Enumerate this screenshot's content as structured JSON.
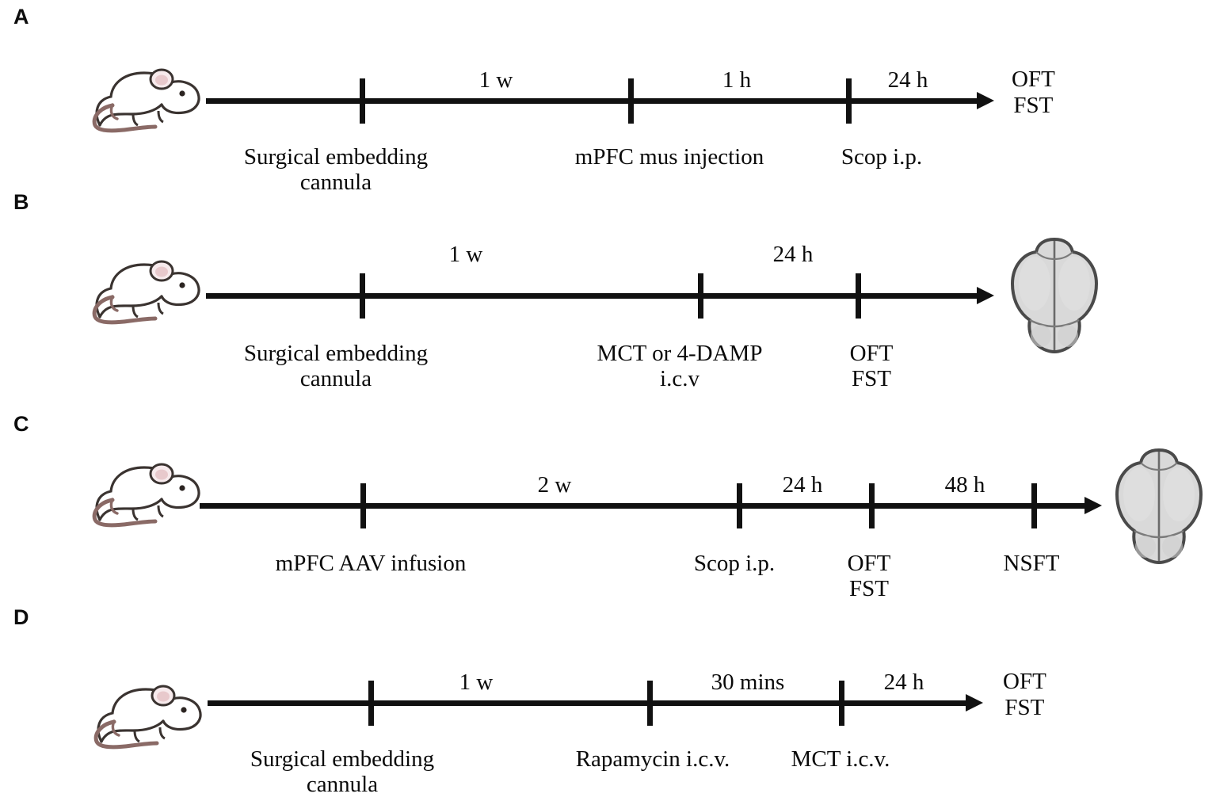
{
  "figure": {
    "type": "experimental-timeline-diagram",
    "panels": [
      {
        "letter": "A",
        "subject_icon": "mouse-icon",
        "end_icon": null,
        "events": [
          {
            "label": "Surgical embedding\ncannula"
          },
          {
            "label": "mPFC mus injection"
          },
          {
            "label": "Scop i.p."
          }
        ],
        "durations": [
          "1 w",
          "1 h",
          "24 h"
        ],
        "end_label": "OFT\nFST"
      },
      {
        "letter": "B",
        "subject_icon": "mouse-icon",
        "end_icon": "brain-icon",
        "events": [
          {
            "label": "Surgical embedding\ncannula"
          },
          {
            "label": "MCT or 4-DAMP\ni.c.v"
          },
          {
            "label": "OFT\nFST"
          }
        ],
        "durations": [
          "1 w",
          "24 h"
        ],
        "end_label": ""
      },
      {
        "letter": "C",
        "subject_icon": "mouse-icon",
        "end_icon": "brain-icon",
        "events": [
          {
            "label": "mPFC AAV infusion"
          },
          {
            "label": "Scop i.p."
          },
          {
            "label": "OFT\nFST"
          },
          {
            "label": "NSFT"
          }
        ],
        "durations": [
          "2 w",
          "24 h",
          "48 h"
        ],
        "end_label": ""
      },
      {
        "letter": "D",
        "subject_icon": "mouse-icon",
        "end_icon": null,
        "events": [
          {
            "label": "Surgical embedding\ncannula"
          },
          {
            "label": "Rapamycin i.c.v."
          },
          {
            "label": "MCT i.c.v."
          }
        ],
        "durations": [
          "1 w",
          "30 mins",
          "24 h"
        ],
        "end_label": "OFT\nFST"
      }
    ],
    "colors": {
      "line": "#111111",
      "text": "#0a0a0a",
      "background": "#ffffff",
      "mouse_tail": "#8a6a66",
      "mouse_outline": "#3a3330",
      "mouse_ear": "#e8c9cc",
      "brain_fill": "#d9d9d9",
      "brain_outline": "#4a4a4a"
    }
  }
}
